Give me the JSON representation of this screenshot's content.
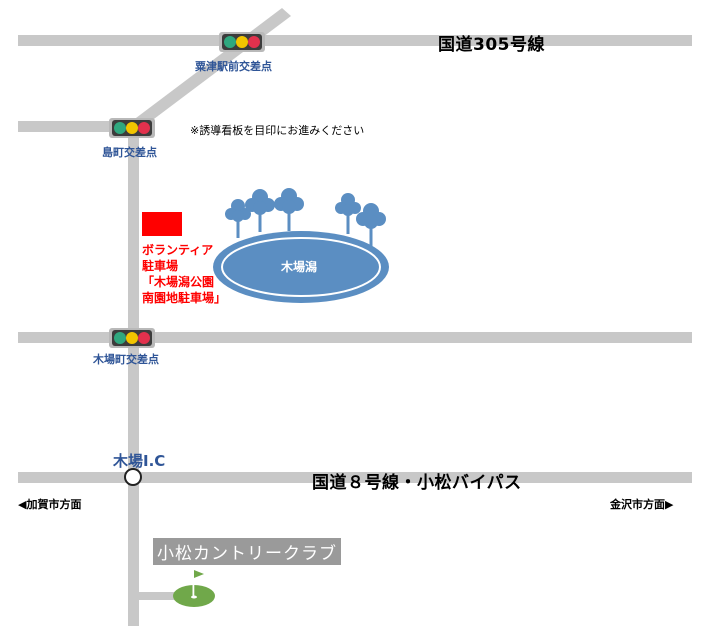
{
  "roads": {
    "route305": "国道305号線",
    "route8": "国道８号線・小松バイパス"
  },
  "junctions": {
    "awazu": "粟津駅前交差点",
    "shimamachi": "島町交差点",
    "kibamachi": "木場町交差点"
  },
  "note": "※誘導看板を目印にお進みください",
  "parking": {
    "line1": "ボランティア",
    "line2": "駐車場",
    "line3": "「木場潟公園",
    "line4": "南園地駐車場」"
  },
  "lake": {
    "name": "木場潟"
  },
  "interchange": {
    "name": "木場I.C"
  },
  "directions": {
    "left": "◀加賀市方面",
    "right": "金沢市方面▶"
  },
  "golf": {
    "name": "小松カントリークラブ"
  },
  "colors": {
    "road": "#c8c8c8",
    "lake": "#5b8ec2",
    "parking_marker": "#ff0000",
    "junction_text": "#2f5597",
    "golf_green": "#70a84a"
  }
}
